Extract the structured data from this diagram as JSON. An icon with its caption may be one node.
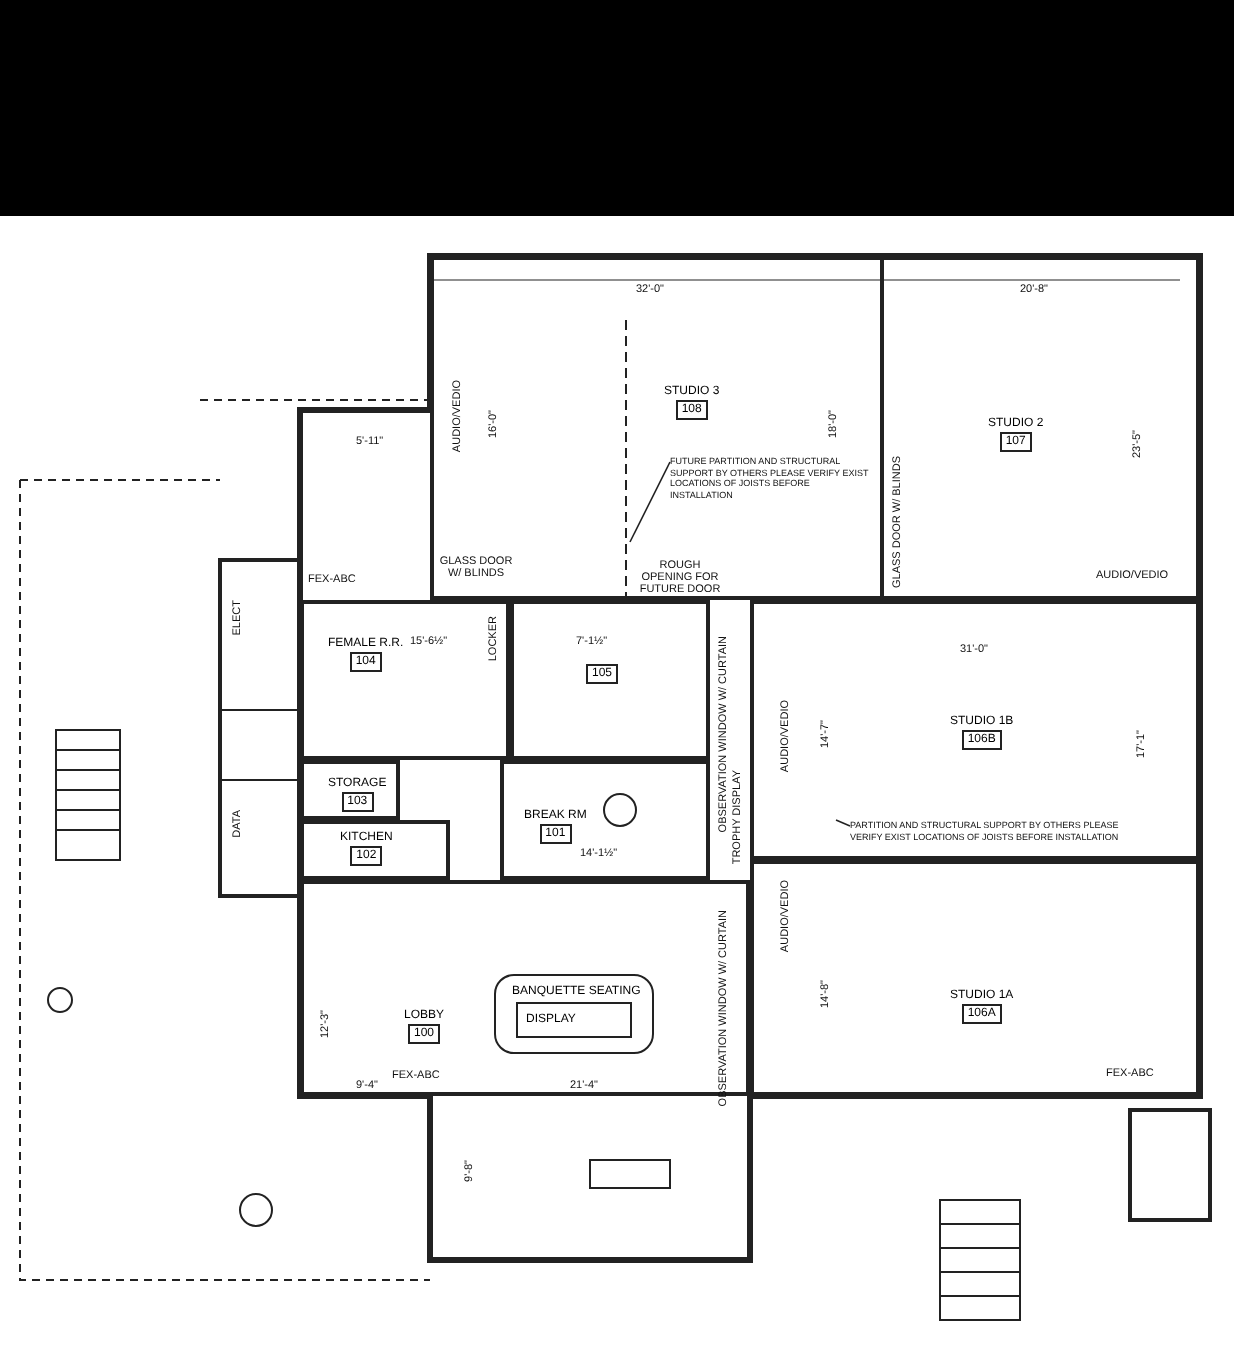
{
  "diagram": {
    "nodes": [
      {
        "text": [
          "STUDIO 3",
          "108"
        ]
      },
      {
        "text": [
          "STUDIO 2",
          "107"
        ]
      },
      {
        "text": [
          "STUDIO 1B",
          "106B"
        ]
      },
      {
        "text": [
          "STUDIO 1A",
          "106A"
        ]
      },
      {
        "text": [
          "FEMALE R.R.",
          "104"
        ]
      },
      {
        "text": [
          "105"
        ]
      },
      {
        "text": [
          "STORAGE",
          "103"
        ]
      },
      {
        "text": [
          "BREAK RM",
          "101"
        ]
      },
      {
        "text": [
          "KITCHEN",
          "102"
        ]
      },
      {
        "text": [
          "LOBBY",
          "100"
        ]
      },
      {
        "text": [
          "BANQUETTE SEATING"
        ],
        "in": 9
      },
      {
        "text": [
          "DISPLAY"
        ],
        "in": 10
      },
      {
        "text": [
          "FUTURE PARTITION AND STRUCTURAL SUPPORT BY OTHERS PLEASE VERIFY EXIST LOCATIONS OF JOISTS BEFORE INSTALLATION"
        ],
        "in": 0
      },
      {
        "text": [
          "PARTITION AND STRUCTURAL SUPPORT BY OTHERS PLEASE VERIFY EXIST LOCATIONS OF JOISTS BEFORE INSTALLATION"
        ],
        "in": 2
      },
      {
        "text": [],
        "shape": "line",
        "in": 0
      }
    ],
    "edges": [
      {
        "from": 12,
        "to": 14,
        "arrow": "none"
      },
      {
        "from": 13,
        "to": 2,
        "arrow": "none"
      }
    ],
    "labels": [
      "ELECT",
      "DATA",
      "GLASS DOOR W/ BLINDS",
      "ROUGH OPENING FOR FUTURE DOOR",
      "GLASS DOOR W/ BLINDS",
      "AUDIO/VEDIO",
      "AUDIO/VEDIO",
      "AUDIO/VEDIO",
      "AUDIO/VEDIO",
      "LOCKER",
      "OBSERVATION WINDOW W/ CURTAIN",
      "OBSERVATION WINDOW W/ CURTAIN",
      "TROPHY DISPLAY",
      "FEX-ABC",
      "FEX-ABC",
      "FEX-ABC",
      "32'-0\"",
      "20'-8\"",
      "16'-0\"",
      "18'-0\"",
      "23'-5\"",
      "31'-0\"",
      "14'-7\"",
      "17'-1\"",
      "14'-8\"",
      "12'-3\"",
      "9'-4\"",
      "21'-4\"",
      "5'-11\"",
      "15'-6½\"",
      "7'-1½\"",
      "14'-1½\"",
      "9'-8\""
    ]
  }
}
